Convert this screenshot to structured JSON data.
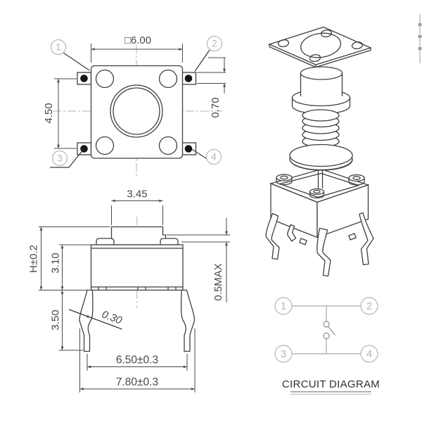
{
  "top_view": {
    "callouts": [
      "1",
      "2",
      "3",
      "4"
    ],
    "dims": {
      "width": "□6.00",
      "pitch": "4.50",
      "tab_height": "0.70"
    }
  },
  "side_view": {
    "dims": {
      "stem_width": "3.45",
      "total_height": "H±0.2",
      "body_height": "3.10",
      "leg_length": "3.50",
      "leg_thickness": "0.30",
      "span_inner": "6.50±0.3",
      "span_outer": "7.80±0.3",
      "standoff": "0.5MAX"
    }
  },
  "circuit": {
    "terminals": [
      "1",
      "2",
      "3",
      "4"
    ],
    "title": "CIRCUIT DIAGRAM"
  },
  "colors": {
    "line": "#3f3f3f",
    "dimension": "#4a4a4a",
    "light_gray": "#b2b7ba",
    "dot": "#161616"
  }
}
